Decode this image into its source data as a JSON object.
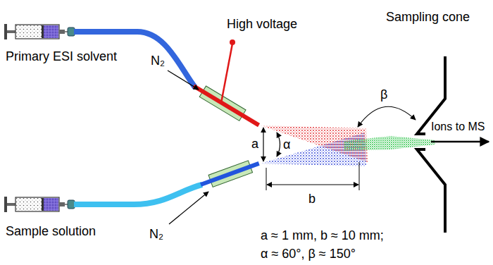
{
  "diagram": {
    "labels": [
      "Primary ESI solvent",
      "N₂",
      "High voltage",
      "Sampling cone",
      "a",
      "α",
      "β",
      "Ions to MS",
      "b",
      "Sample solution",
      "N₂",
      "a ≈ 1 mm, b ≈ 10 mm;",
      "α ≈ 60°, β ≈ 150°"
    ]
  }
}
